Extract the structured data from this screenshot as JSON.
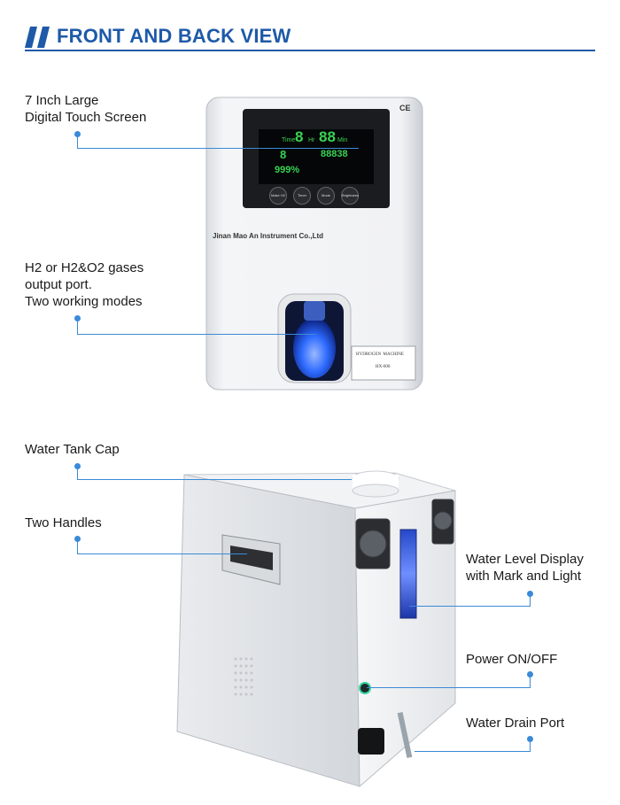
{
  "header": {
    "title": "FRONT AND BACK VIEW"
  },
  "front": {
    "brand_label": "Jinan Mao An Instrument Co.,Ltd",
    "ce_mark": "CE",
    "nameplate": {
      "line1": "HYDROGEN  MACHINE",
      "line2": "HX-600"
    },
    "display": {
      "time_label": "Time",
      "time_value": "8",
      "hr_label": "Hr",
      "min_value": "88",
      "min_label": "Min",
      "row2_left": "8",
      "row2_right": "88838",
      "row3_value": "999%",
      "buttons": [
        "Make H2",
        "Timer",
        "Mode",
        "Brightness"
      ]
    }
  },
  "callouts": {
    "touch_screen": [
      "7 Inch Large",
      "Digital Touch Screen"
    ],
    "output_port": [
      "H2 or H2&O2 gases",
      "output port.",
      "Two working modes"
    ],
    "tank_cap": [
      "Water Tank Cap"
    ],
    "handles": [
      "Two Handles"
    ],
    "water_level": [
      "Water Level Display",
      "with Mark and Light"
    ],
    "power": [
      "Power ON/OFF"
    ],
    "drain": [
      "Water Drain Port"
    ]
  },
  "colors": {
    "accent": "#1e5aa8",
    "leader": "#3a8ad8",
    "display_green": "#39d353",
    "glow_blue": "#2e6bff"
  }
}
